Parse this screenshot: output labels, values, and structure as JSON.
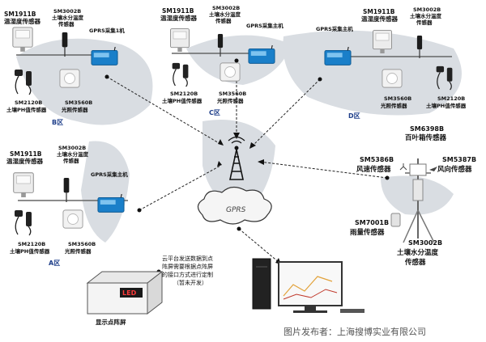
{
  "zones": {
    "b": {
      "zone_label": "B区",
      "s1_code": "SM1911B",
      "s1_name": "温湿度传感器",
      "s2_code": "SM3002B",
      "s2_name_l1": "土壤水分温度",
      "s2_name_l2": "传感器",
      "collector": "GPRS采集1机",
      "s3_code": "SM2120B",
      "s3_name": "土壤PH值传感器",
      "s4_code": "SM3560B",
      "s4_name": "光照传感器"
    },
    "c": {
      "zone_label": "C区",
      "s1_code": "SM1911B",
      "s1_name": "温湿度传感器",
      "s2_code": "SM3002B",
      "s2_name_l1": "土壤水分温度",
      "s2_name_l2": "传感器",
      "collector": "GPRS采集主机",
      "s3_code": "SM2120B",
      "s3_name": "土壤PH值传感器",
      "s4_code": "SM3560B",
      "s4_name": "光照传感器"
    },
    "d": {
      "zone_label": "D区",
      "s1_code": "SM1911B",
      "s1_name": "温湿度传感器",
      "s2_code": "SM3002B",
      "s2_name_l1": "土壤水分温度",
      "s2_name_l2": "传感器",
      "collector": "GPRS采集主机",
      "s3_code": "SM2120B",
      "s3_name": "土壤PH值传感器",
      "s4_code": "SM3560B",
      "s4_name": "光照传感器"
    },
    "a": {
      "zone_label": "A区",
      "s1_code": "SM1911B",
      "s1_name": "温湿度传感器",
      "s2_code": "SM3002B",
      "s2_name_l1": "土壤水分温度",
      "s2_name_l2": "传感器",
      "collector": "GPRS采集主机",
      "s3_code": "SM2120B",
      "s3_name": "土壤PH值传感器",
      "s4_code": "SM3560B",
      "s4_name": "光照传感器"
    }
  },
  "weather_station": {
    "leaf_code": "SM6398B",
    "leaf_name": "百叶箱传感器",
    "wind_speed_code": "SM5386B",
    "wind_speed_name": "风速传感器",
    "wind_dir_code": "SM5387B",
    "wind_dir_name": "风向传感器",
    "rain_code": "SM7001B",
    "rain_name": "雨量传感器",
    "soil_code": "SM3002B",
    "soil_name_l1": "土壤水分温度",
    "soil_name_l2": "传感器"
  },
  "center": {
    "gprs_label": "GPRS"
  },
  "cloud_note": {
    "line1": "云平台发送数据到点",
    "line2": "阵屏需要根据点阵屏",
    "line3": "的接口方式进行定制",
    "line4": "（暂未开发）"
  },
  "led": {
    "sign_text": "LED",
    "caption": "显示点阵屏"
  },
  "footer": "图片发布者：上海搜博实业有限公司",
  "colors": {
    "map": "#d9dde2",
    "collector": "#1a7fc9",
    "link": "#222222"
  }
}
